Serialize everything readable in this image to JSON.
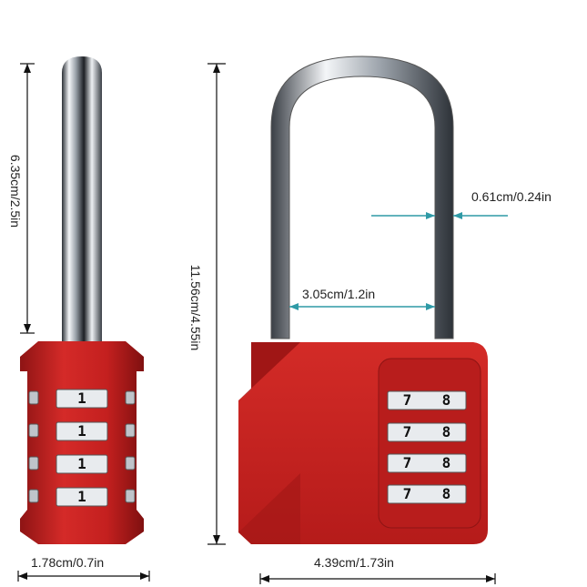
{
  "dimensions": {
    "side_shackle_height": "6.35cm/2.5in",
    "total_height": "11.56cm/4.55in",
    "shackle_thickness": "0.61cm/0.24in",
    "shackle_inner_width": "3.05cm/1.2in",
    "side_body_depth": "1.78cm/0.7in",
    "body_width": "4.39cm/1.73in"
  },
  "side_view_digits": [
    "1",
    "1",
    "1",
    "1"
  ],
  "front_view_digits": [
    [
      "7",
      "8"
    ],
    [
      "7",
      "8"
    ],
    [
      "7",
      "8"
    ],
    [
      "7",
      "8"
    ]
  ],
  "colors": {
    "body_red": "#c4201f",
    "body_dark_red": "#8e1414",
    "shackle_silver": "#d9dde2",
    "dimension_teal": "#2f9aa6",
    "dimension_black": "#111111"
  }
}
